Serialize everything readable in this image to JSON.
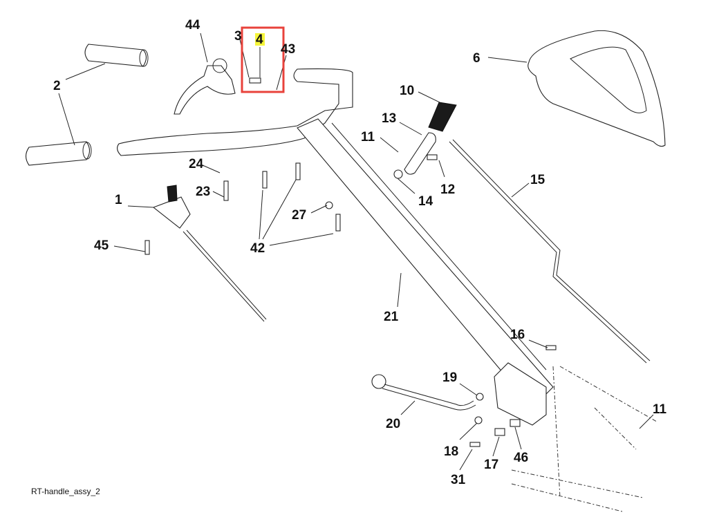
{
  "diagram": {
    "caption": "RT-handle_assy_2",
    "highlight": {
      "part_number": "4",
      "box_color": "#e8423b",
      "label_highlight_color": "#f5f53a"
    },
    "callouts": {
      "c1": "1",
      "c2": "2",
      "c3": "3",
      "c4": "4",
      "c6": "6",
      "c10": "10",
      "c11a": "11",
      "c11b": "11",
      "c12": "12",
      "c13": "13",
      "c14": "14",
      "c15": "15",
      "c16": "16",
      "c17": "17",
      "c18": "18",
      "c19": "19",
      "c20": "20",
      "c21": "21",
      "c23": "23",
      "c24": "24",
      "c27": "27",
      "c31": "31",
      "c42": "42",
      "c43": "43",
      "c44": "44",
      "c45": "45",
      "c46": "46"
    }
  }
}
